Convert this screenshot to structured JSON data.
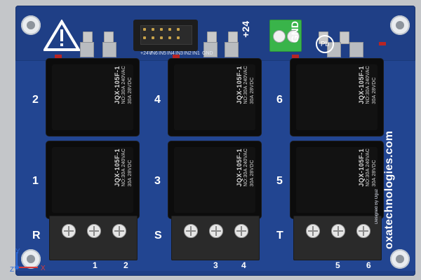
{
  "board": {
    "power_labels": {
      "plus24": "+24",
      "gnd": "GND",
      "pb": "Pb"
    },
    "header_pin_labels": [
      "+24V",
      "IN6",
      "IN5",
      "IN4",
      "IN3",
      "IN2",
      "IN1",
      "GND"
    ],
    "channel_numbers": {
      "top": [
        "2",
        "4",
        "6"
      ],
      "bottom": [
        "1",
        "3",
        "5"
      ]
    },
    "phases": [
      "R",
      "S",
      "T"
    ],
    "terminal_numbers": [
      "1",
      "2",
      "3",
      "4",
      "5",
      "6"
    ],
    "brand": "oxatechnologies.com",
    "designer": "Designed By Oguz",
    "relay_text": {
      "model": "JQX-105F-1",
      "rating1": "NO:30A 240VAC",
      "rating2": "30A 28VDC"
    },
    "axes": {
      "x": "X",
      "y": "Y",
      "z": "Z"
    }
  },
  "colors": {
    "pcb": "#1f3f86",
    "relay": "#0c0c0c",
    "terminal_green": "#39b44a",
    "text_white": "#ffffff"
  }
}
